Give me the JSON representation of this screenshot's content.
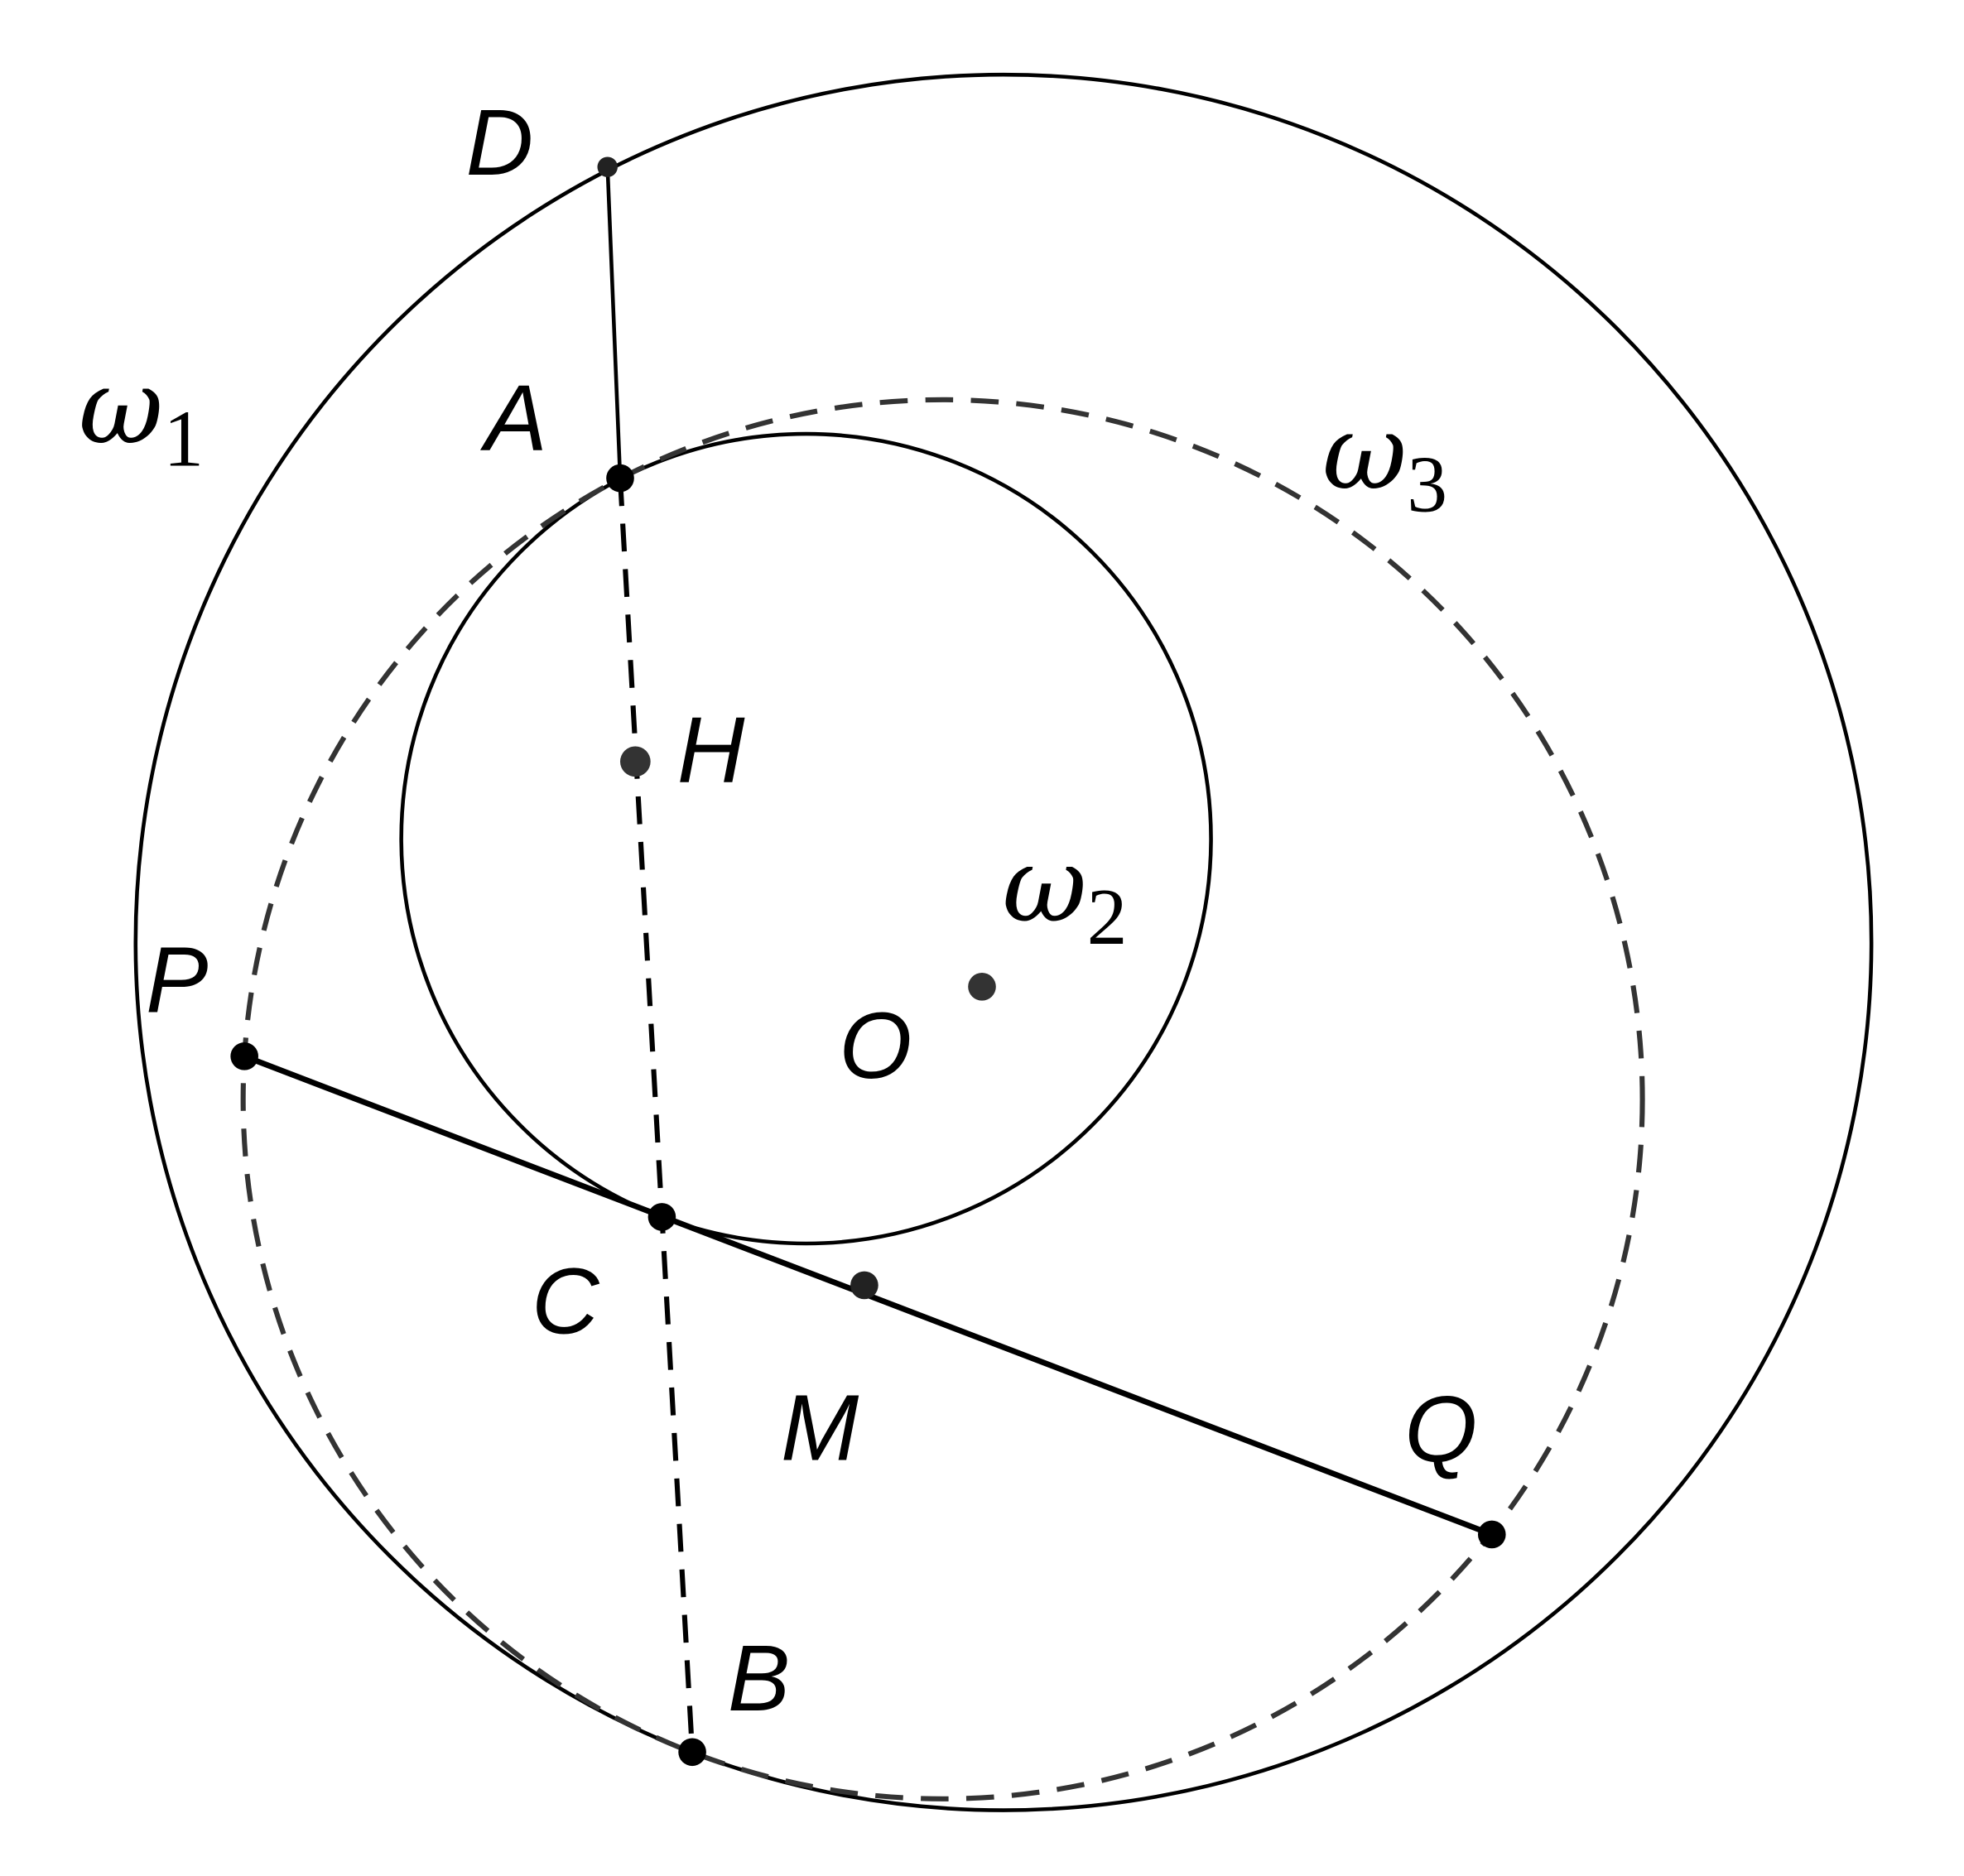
{
  "diagram": {
    "circles": {
      "omega1": {
        "symbol": "ω",
        "subscript": "1"
      },
      "omega2": {
        "symbol": "ω",
        "subscript": "2"
      },
      "omega3": {
        "symbol": "ω",
        "subscript": "3"
      }
    },
    "points": {
      "D": "D",
      "A": "A",
      "H": "H",
      "O": "O",
      "P": "P",
      "C": "C",
      "M": "M",
      "Q": "Q",
      "B": "B"
    }
  }
}
